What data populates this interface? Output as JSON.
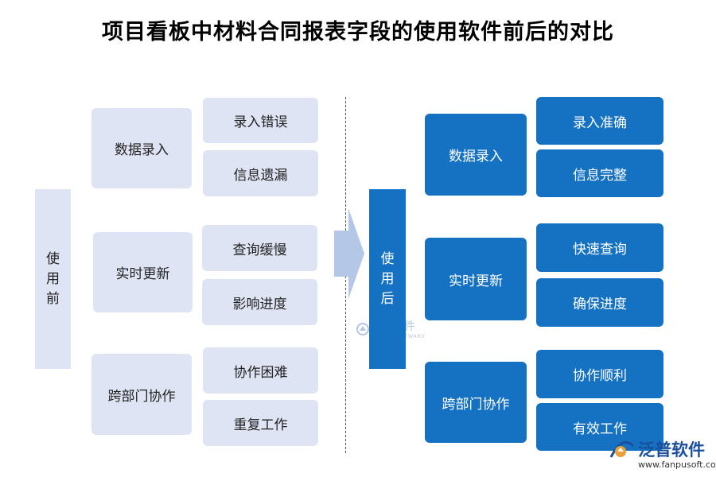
{
  "title": "项目看板中材料合同报表字段的使用软件前后的对比",
  "before": {
    "label": [
      "使",
      "用",
      "前"
    ],
    "groups": [
      {
        "category": "数据录入",
        "issues": [
          "录入错误",
          "信息遗漏"
        ]
      },
      {
        "category": "实时更新",
        "issues": [
          "查询缓慢",
          "影响进度"
        ]
      },
      {
        "category": "跨部门协作",
        "issues": [
          "协作困难",
          "重复工作"
        ]
      }
    ]
  },
  "after": {
    "label": [
      "使",
      "用",
      "后"
    ],
    "groups": [
      {
        "category": "数据录入",
        "results": [
          "录入准确",
          "信息完整"
        ]
      },
      {
        "category": "实时更新",
        "results": [
          "快速查询",
          "确保进度"
        ]
      },
      {
        "category": "跨部门协作",
        "results": [
          "协作顺利",
          "有效工作"
        ]
      }
    ]
  },
  "watermark": {
    "name": "泛普软件",
    "sub": "FANPU SOFTWARE"
  },
  "logo": {
    "name": "泛普软件",
    "url": "www.fanpusoft.com"
  },
  "colors": {
    "light": "#dfe4f4",
    "dark": "#1572c2",
    "arrow": "#b4c7e7"
  }
}
